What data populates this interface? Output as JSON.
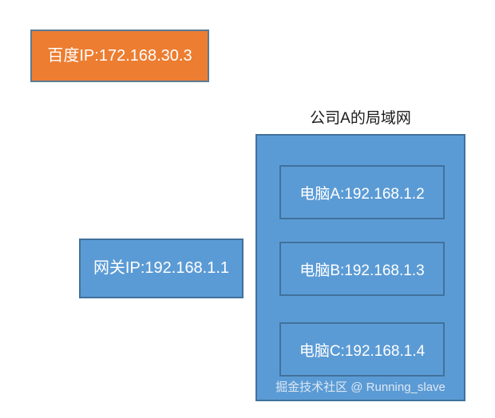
{
  "diagram": {
    "external_node": {
      "label": "百度IP:172.168.30.3",
      "fill": "#ED7D31",
      "border": "#5B7A95",
      "text_color": "#FFFFFF"
    },
    "gateway_node": {
      "label": "网关IP:192.168.1.1",
      "fill": "#5B9BD5",
      "border": "#41719C",
      "text_color": "#FFFFFF"
    },
    "lan": {
      "title": "公司A的局域网",
      "fill": "#5B9BD5",
      "border": "#41719C",
      "title_color": "#1A1A1A",
      "hosts": [
        {
          "label": "电脑A:192.168.1.2"
        },
        {
          "label": "电脑B:192.168.1.3"
        },
        {
          "label": "电脑C:192.168.1.4"
        }
      ]
    },
    "watermark": "掘金技术社区 @ Running_slave"
  }
}
